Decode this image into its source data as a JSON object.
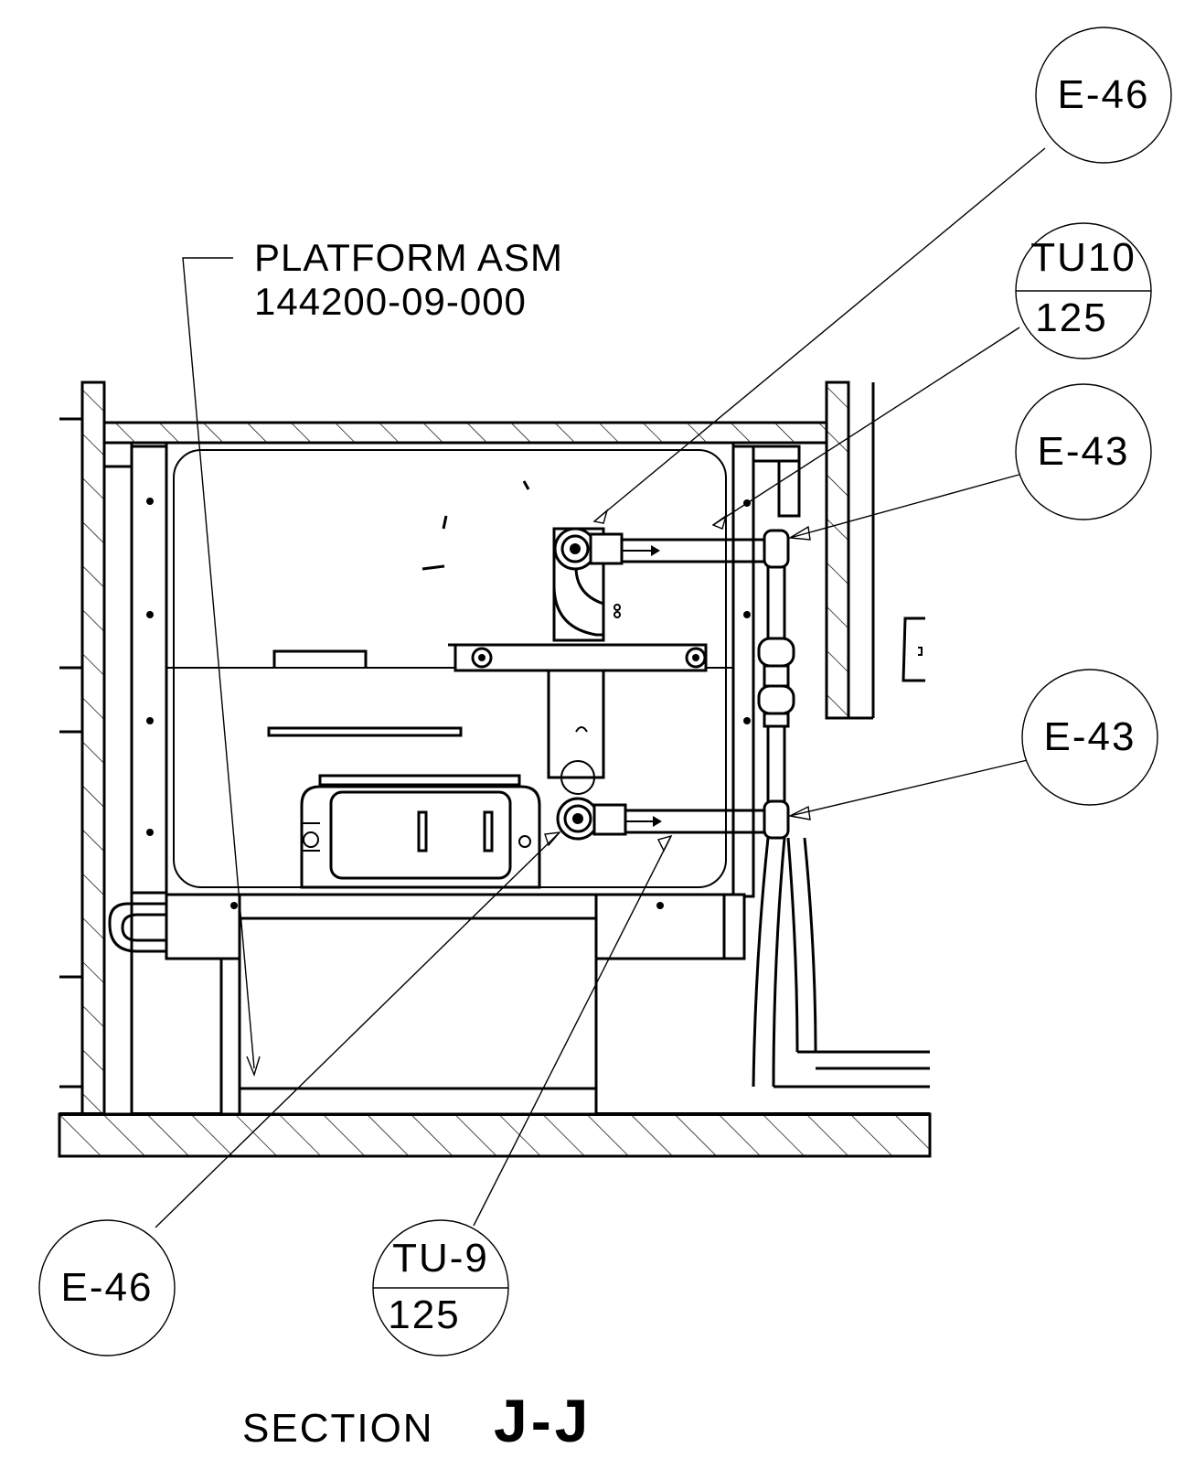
{
  "callout_note": {
    "line1": "PLATFORM ASM",
    "line2": "144200-09-000"
  },
  "bubbles": {
    "e46_top": "E-46",
    "tu10_top": "TU10",
    "tu10_bottom": "125",
    "e43_upper": "E-43",
    "e43_lower": "E-43",
    "e46_bottom": "E-46",
    "tu9_top": "TU-9",
    "tu9_bottom": "125"
  },
  "section_title": {
    "prefix": "SECTION",
    "label": "J-J"
  }
}
